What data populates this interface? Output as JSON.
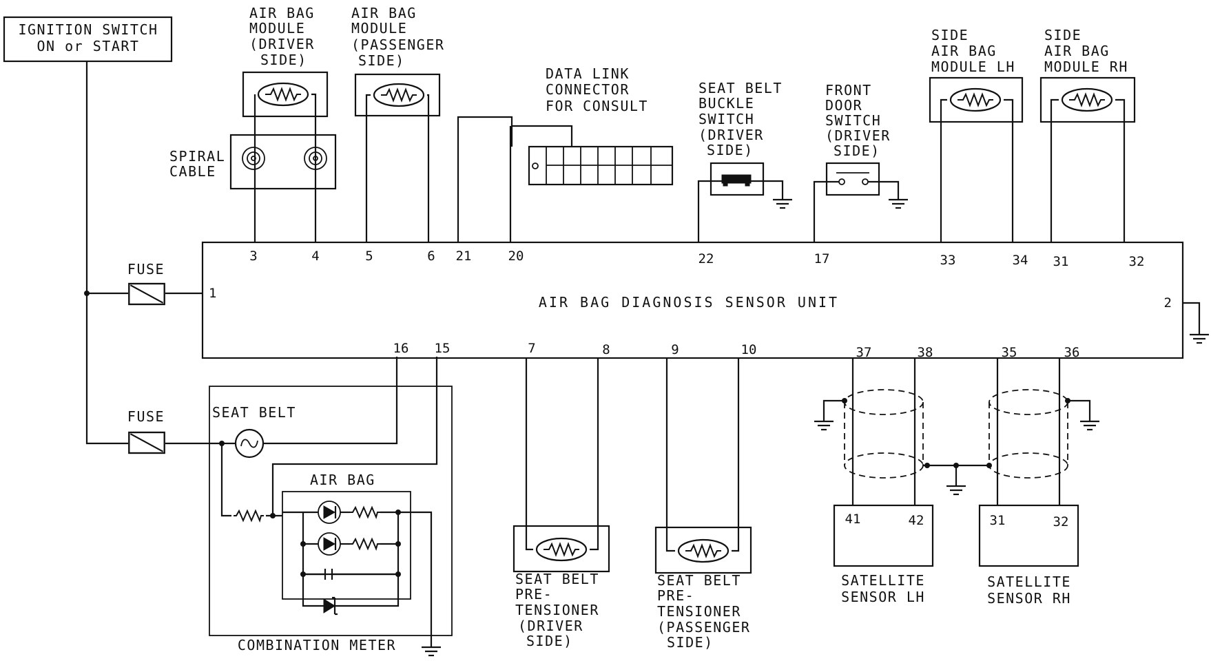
{
  "ignition_switch": [
    "IGNITION SWITCH",
    "ON or START"
  ],
  "fuse_top": "FUSE",
  "fuse_bottom": "FUSE",
  "airbag_driver": [
    "AIR BAG",
    "MODULE",
    "(DRIVER",
    "SIDE)"
  ],
  "airbag_passenger": [
    "AIR BAG",
    "MODULE",
    "(PASSENGER",
    "SIDE)"
  ],
  "spiral_cable": [
    "SPIRAL",
    "CABLE"
  ],
  "data_link": [
    "DATA LINK",
    "CONNECTOR",
    "FOR CONSULT"
  ],
  "seat_belt_buckle": [
    "SEAT BELT",
    "BUCKLE",
    "SWITCH",
    "(DRIVER",
    "SIDE)"
  ],
  "front_door": [
    "FRONT",
    "DOOR",
    "SWITCH",
    "(DRIVER",
    "SIDE)"
  ],
  "side_airbag_lh": [
    "SIDE",
    "AIR BAG",
    "MODULE LH"
  ],
  "side_airbag_rh": [
    "SIDE",
    "AIR BAG",
    "MODULE RH"
  ],
  "unit_title": "AIR BAG DIAGNOSIS SENSOR UNIT",
  "unit_pins": {
    "p1": "1",
    "p2": "2",
    "p3": "3",
    "p4": "4",
    "p5": "5",
    "p6": "6",
    "p21": "21",
    "p20": "20",
    "p22": "22",
    "p17": "17",
    "p33": "33",
    "p34": "34",
    "p31": "31",
    "p32": "32",
    "p16": "16",
    "p15": "15",
    "p7": "7",
    "p8": "8",
    "p9": "9",
    "p10": "10",
    "p37": "37",
    "p38": "38",
    "p35": "35",
    "p36": "36"
  },
  "seat_belt_lamp": "SEAT BELT",
  "air_bag_lamp": "AIR BAG",
  "combination_meter": "COMBINATION METER",
  "pretensioner_driver": [
    "SEAT BELT",
    "PRE-",
    "TENSIONER",
    "(DRIVER",
    "SIDE)"
  ],
  "pretensioner_passenger": [
    "SEAT BELT",
    "PRE-",
    "TENSIONER",
    "(PASSENGER",
    "SIDE)"
  ],
  "satellite_lh": {
    "pin_a": "41",
    "pin_b": "42",
    "label": [
      "SATELLITE",
      "SENSOR LH"
    ]
  },
  "satellite_rh": {
    "pin_a": "31",
    "pin_b": "32",
    "label": [
      "SATELLITE",
      "SENSOR RH"
    ]
  }
}
